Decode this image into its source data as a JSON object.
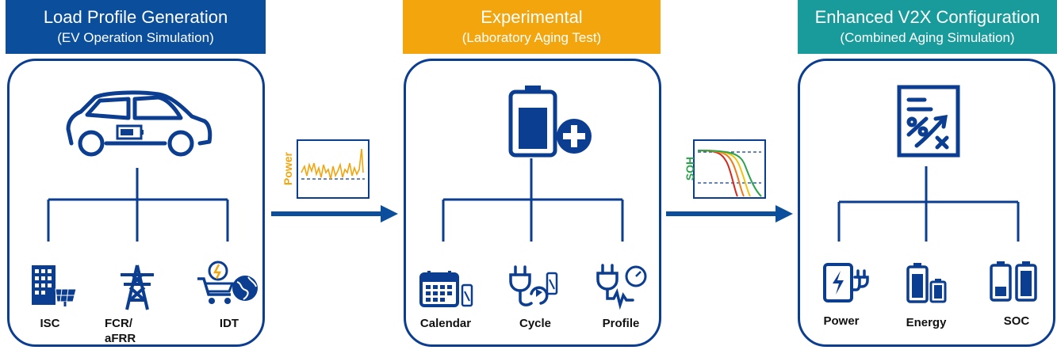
{
  "stages": [
    {
      "title": "Load Profile Generation",
      "subtitle": "(EV Operation Simulation)",
      "color": "#0b4f9c",
      "items": [
        "ISC",
        "FCR/\naFRR",
        "IDT"
      ]
    },
    {
      "title": "Experimental",
      "subtitle": "(Laboratory Aging Test)",
      "color": "#f2a50c",
      "items": [
        "Calendar",
        "Cycle",
        "Profile"
      ]
    },
    {
      "title": "Enhanced V2X Configuration",
      "subtitle": "(Combined Aging Simulation)",
      "color": "#1a9b9b",
      "items": [
        "Power",
        "Energy",
        "SOC"
      ]
    }
  ],
  "charts": {
    "power": {
      "ylabel": "Power",
      "color": "#f2a50c"
    },
    "soh": {
      "ylabel": "SOH",
      "color": "#2aa34a"
    }
  },
  "icons": {
    "stage1": [
      "car-icon",
      "building-solar-icon",
      "power-tower-icon",
      "cart-globe-icon"
    ],
    "stage2": [
      "battery-plus-icon",
      "calendar-battery-icon",
      "plug-cycle-icon",
      "plug-gauge-icon"
    ],
    "stage3": [
      "document-chart-icon",
      "charger-icon",
      "battery-pair-icon",
      "battery-soc-icon"
    ]
  },
  "accent_color": "#0b3d91"
}
